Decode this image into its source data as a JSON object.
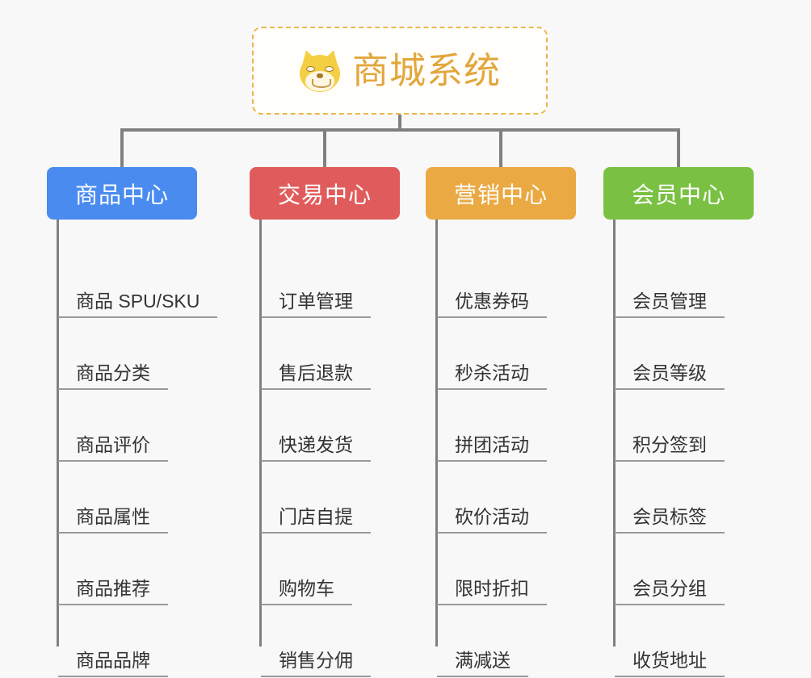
{
  "canvas": {
    "background": "#f8f8f8",
    "line_color": "#808080"
  },
  "root": {
    "title": "商城系统",
    "icon": "shiba-dog-emoji",
    "text_color": "#e2a73c",
    "border_color": "#eab84b"
  },
  "branches": [
    {
      "title": "商品中心",
      "color": "#4a8bf0",
      "items": [
        "商品 SPU/SKU",
        "商品分类",
        "商品评价",
        "商品属性",
        "商品推荐",
        "商品品牌"
      ]
    },
    {
      "title": "交易中心",
      "color": "#e05c5c",
      "items": [
        "订单管理",
        "售后退款",
        "快递发货",
        "门店自提",
        "购物车",
        "销售分佣"
      ]
    },
    {
      "title": "营销中心",
      "color": "#eaa943",
      "items": [
        "优惠券码",
        "秒杀活动",
        "拼团活动",
        "砍价活动",
        "限时折扣",
        "满减送"
      ]
    },
    {
      "title": "会员中心",
      "color": "#7ac143",
      "items": [
        "会员管理",
        "会员等级",
        "积分签到",
        "会员标签",
        "会员分组",
        "收货地址"
      ]
    }
  ]
}
